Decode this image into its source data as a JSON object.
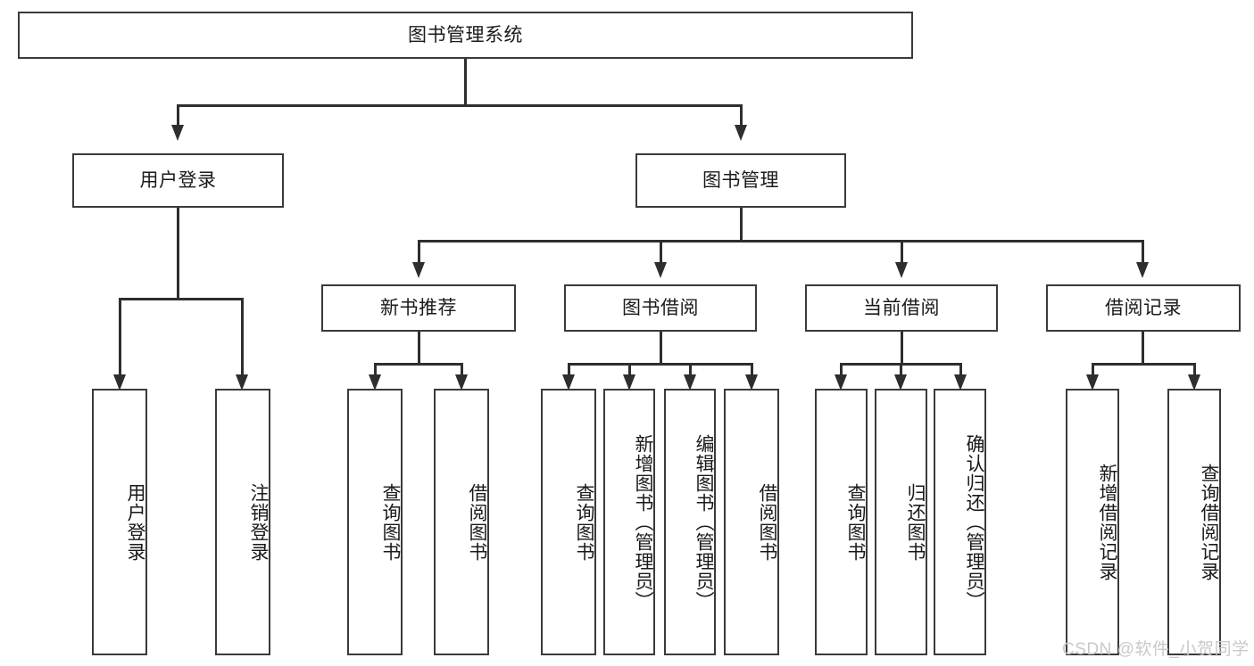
{
  "diagram": {
    "title_node": {
      "label": "图书管理系统"
    },
    "level1": [
      {
        "label": "用户登录"
      },
      {
        "label": "图书管理"
      }
    ],
    "level2": [
      {
        "label": "新书推荐"
      },
      {
        "label": "图书借阅"
      },
      {
        "label": "当前借阅"
      },
      {
        "label": "借阅记录"
      }
    ],
    "leaves": {
      "user_login": [
        {
          "label": "用户登录"
        },
        {
          "label": "注销登录"
        }
      ],
      "new_book_recommend": [
        {
          "label": "查询图书"
        },
        {
          "label": "借阅图书"
        }
      ],
      "book_borrow": [
        {
          "label": "查询图书"
        },
        {
          "label": "新增图书（管理员）"
        },
        {
          "label": "编辑图书（管理员）"
        },
        {
          "label": "借阅图书"
        }
      ],
      "current_borrow": [
        {
          "label": "查询图书"
        },
        {
          "label": "归还图书"
        },
        {
          "label": "确认归还（管理员）"
        }
      ],
      "borrow_records": [
        {
          "label": "新增借阅记录"
        },
        {
          "label": "查询借阅记录"
        }
      ]
    }
  },
  "watermark": {
    "text": "CSDN @软件_小贺同学"
  },
  "colors": {
    "border": "#3a3a3a",
    "line": "#2e2e2e",
    "text": "#1a1a1a",
    "background": "#ffffff",
    "watermark": "#c9c9c9"
  }
}
